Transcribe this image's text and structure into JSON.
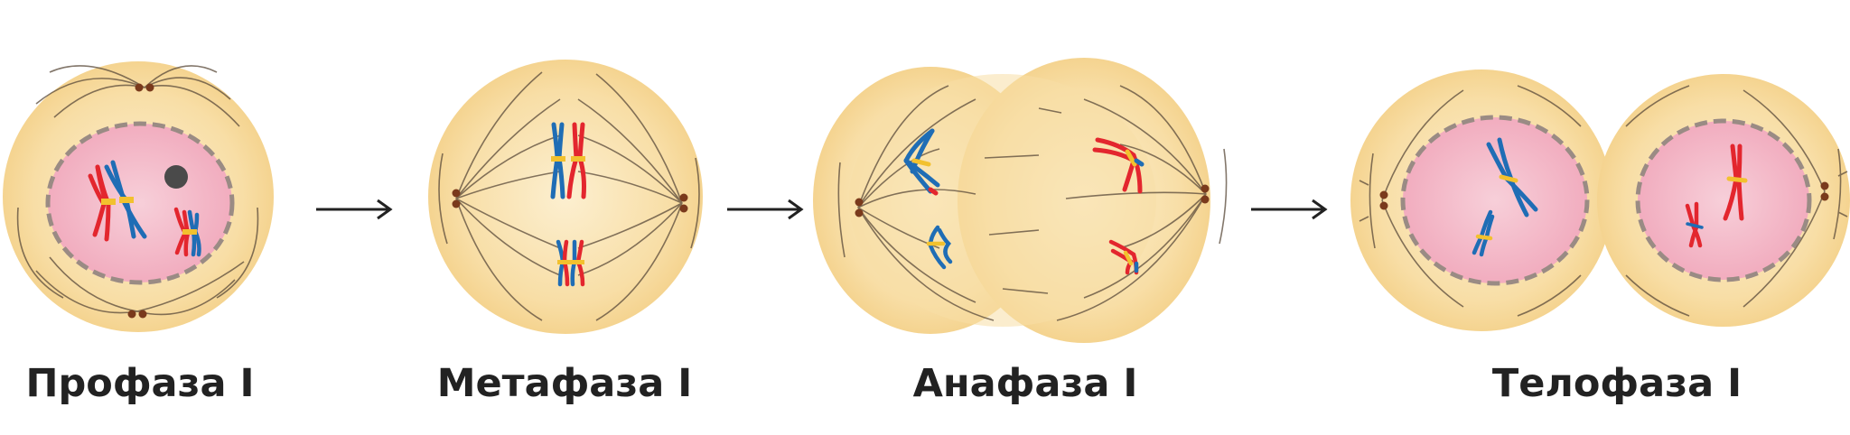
{
  "stages": [
    {
      "id": "prophase",
      "label": "Профаза I"
    },
    {
      "id": "metaphase",
      "label": "Метафаза I"
    },
    {
      "id": "anaphase",
      "label": "Анафаза I"
    },
    {
      "id": "telophase",
      "label": "Телофаза I"
    }
  ],
  "colors": {
    "cytoplasm": "#f6d796",
    "cytoplasm_light": "#fcefd0",
    "nucleus": "#f4b9c8",
    "nuclear_envelope": "#9a8b84",
    "chromosome_red": "#e3262e",
    "chromosome_blue": "#1f6db5",
    "centromere": "#f2c12e",
    "centriole": "#7a3a1c",
    "spindle": "#5a4a3a",
    "nucleolus": "#4a4a4a",
    "arrow": "#222222",
    "label": "#222222"
  }
}
